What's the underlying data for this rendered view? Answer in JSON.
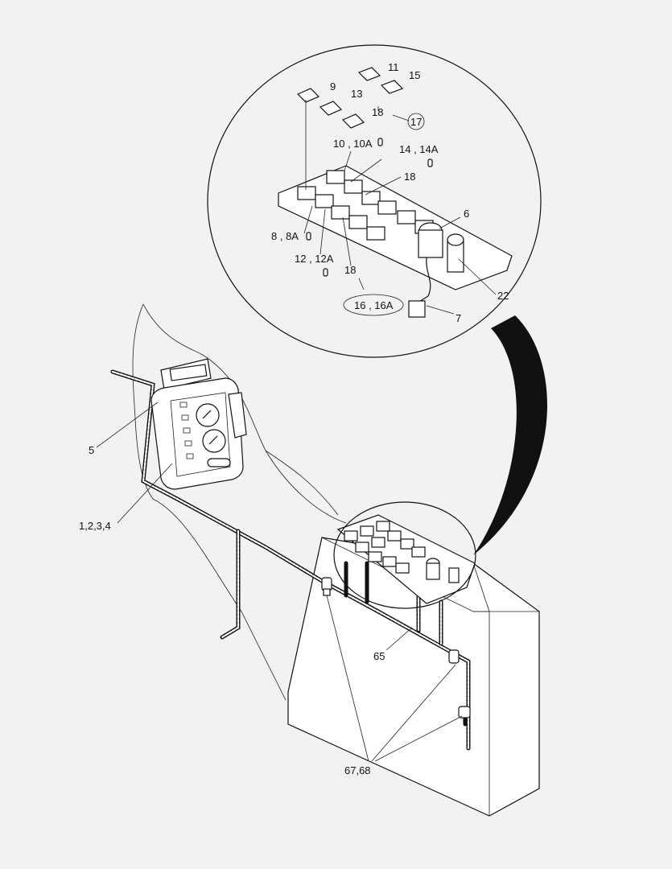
{
  "labels": {
    "l_9": "9",
    "l_11": "11",
    "l_15": "15",
    "l_13": "13",
    "l_18a": "18",
    "l_17": "17",
    "l_10": "10 , 10A",
    "l_14": "14 , 14A",
    "l_18b": "18",
    "l_6": "6",
    "l_8": "8 , 8A",
    "l_12": "12 , 12A",
    "l_18c": "18",
    "l_22": "22",
    "l_16": "16 , 16A",
    "l_7": "7",
    "l_5": "5",
    "l_1234": "1,2,3,4",
    "l_65": "65",
    "l_6768": "67,68"
  }
}
